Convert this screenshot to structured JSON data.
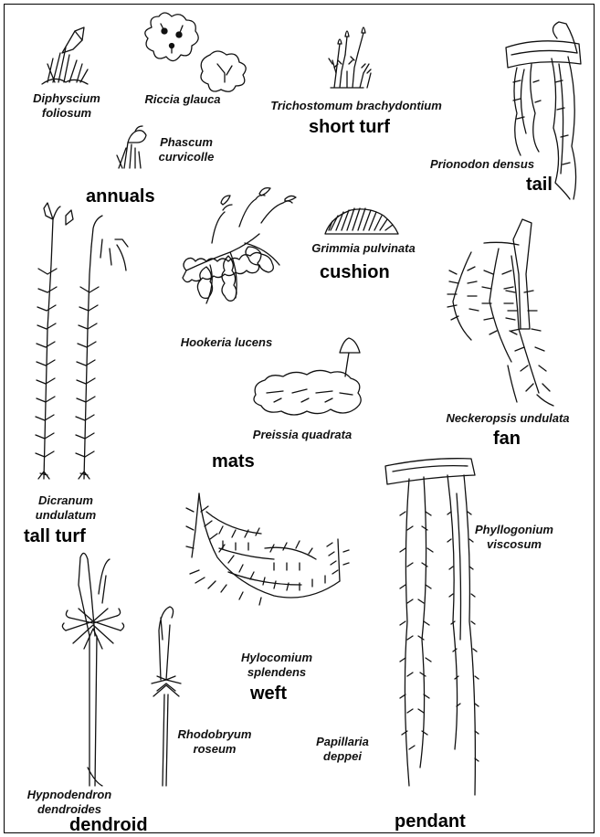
{
  "species": {
    "diphyscium": [
      "Diphyscium",
      "foliosum"
    ],
    "riccia": [
      "Riccia glauca"
    ],
    "phascum": [
      "Phascum",
      "curvicolle"
    ],
    "trichostomum": [
      "Trichostomum brachydontium"
    ],
    "prionodon": [
      "Prionodon densus"
    ],
    "grimmia": [
      "Grimmia pulvinata"
    ],
    "hookeria": [
      "Hookeria lucens"
    ],
    "preissia": [
      "Preissia quadrata"
    ],
    "neckeropsis": [
      "Neckeropsis undulata"
    ],
    "dicranum": [
      "Dicranum",
      "undulatum"
    ],
    "phyllogonium": [
      "Phyllogonium",
      "viscosum"
    ],
    "hylocomium": [
      "Hylocomium",
      "splendens"
    ],
    "rhodobryum": [
      "Rhodobryum",
      "roseum"
    ],
    "papillaria": [
      "Papillaria",
      "deppei"
    ],
    "hypnodendron": [
      "Hypnodendron",
      "dendroides"
    ]
  },
  "categories": {
    "annuals": "annuals",
    "short_turf": "short turf",
    "tail": "tail",
    "cushion": "cushion",
    "mats": "mats",
    "fan": "fan",
    "tall_turf": "tall turf",
    "weft": "weft",
    "dendroid": "dendroid",
    "pendant": "pendant"
  }
}
